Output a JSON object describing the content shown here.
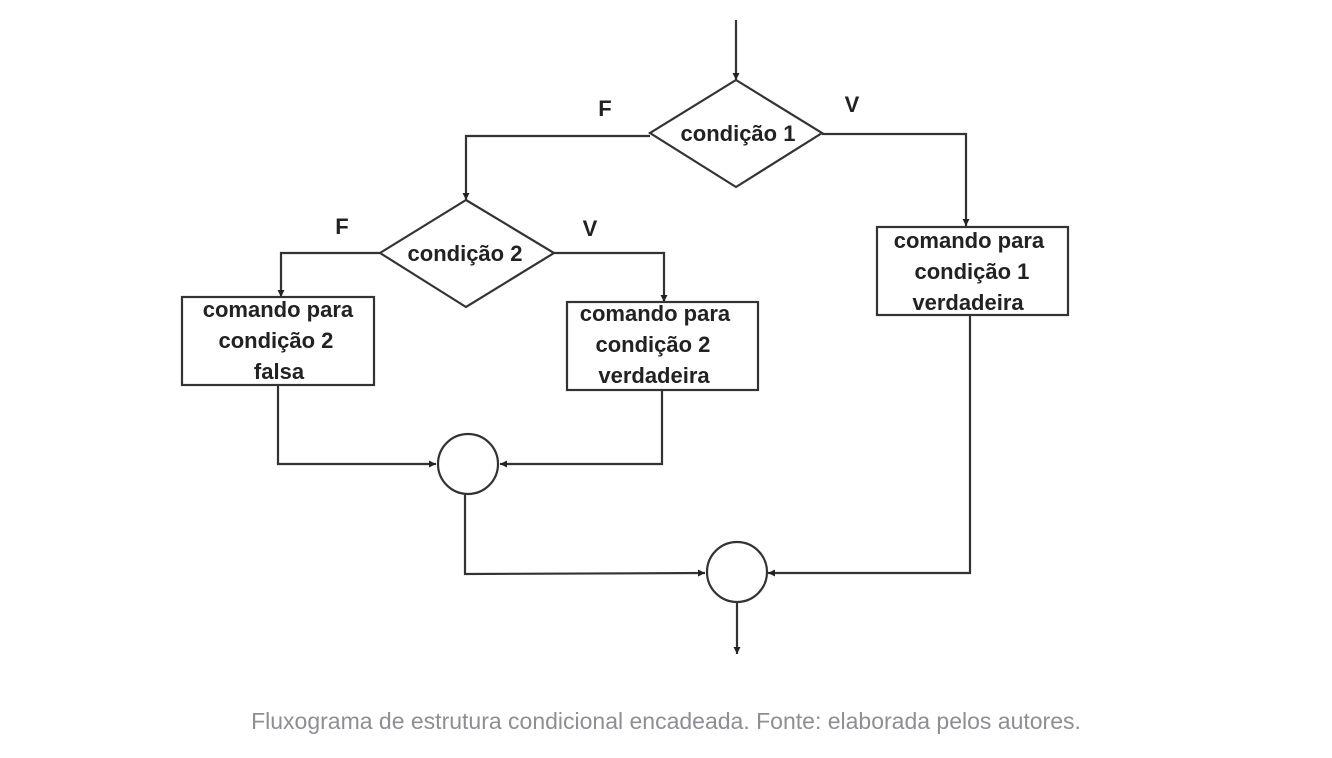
{
  "diagram": {
    "decision_1": "condição 1",
    "decision_2": "condição 2",
    "process_c1_true": [
      "comando para",
      "condição 1",
      "verdadeira"
    ],
    "process_c2_false": [
      "comando para",
      "condição 2",
      "falsa"
    ],
    "process_c2_true": [
      "comando para",
      "condição 2",
      "verdadeira"
    ],
    "label_c1_false": "F",
    "label_c1_true": "V",
    "label_c2_false": "F",
    "label_c2_true": "V"
  },
  "caption": "Fluxograma de estrutura condicional encadeada. Fonte: elaborada pelos autores."
}
